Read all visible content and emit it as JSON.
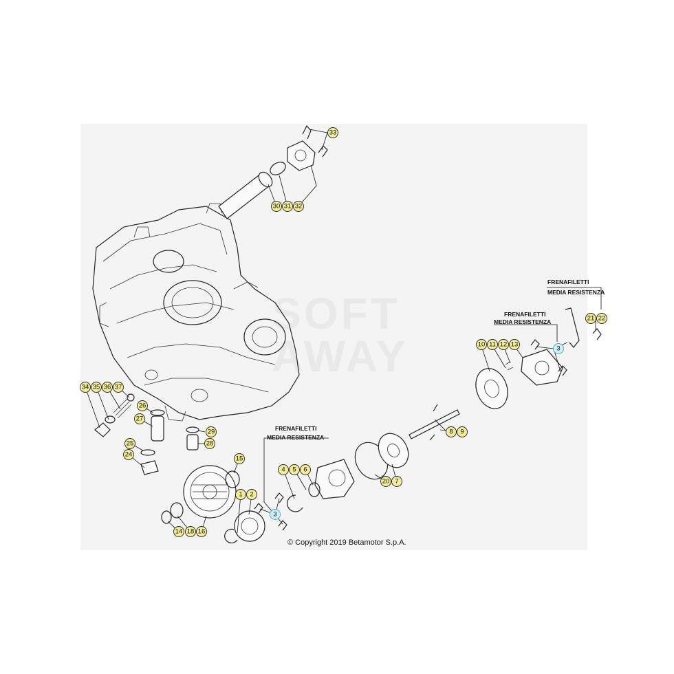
{
  "watermark": {
    "line1": "SOFT",
    "line2": "AWAY"
  },
  "copyright": "© Copyright 2019 Betamotor S.p.A.",
  "notes": [
    {
      "line1": "FRENAFILETTI",
      "line2": "MEDIA RESISTENZA"
    },
    {
      "line1": "FRENAFILETTI",
      "line2": "MEDIA RESISTENZA"
    },
    {
      "line1": "FRENAFILETTI",
      "line2": "MEDIA RESISTENZA"
    }
  ],
  "callouts": [
    {
      "label": "33",
      "style": "yellow"
    },
    {
      "label": "30",
      "style": "yellow"
    },
    {
      "label": "31",
      "style": "yellow"
    },
    {
      "label": "32",
      "style": "yellow"
    },
    {
      "label": "21",
      "style": "yellow"
    },
    {
      "label": "22",
      "style": "yellow"
    },
    {
      "label": "3",
      "style": "blue"
    },
    {
      "label": "10",
      "style": "yellow"
    },
    {
      "label": "11",
      "style": "yellow"
    },
    {
      "label": "12",
      "style": "yellow"
    },
    {
      "label": "13",
      "style": "yellow"
    },
    {
      "label": "34",
      "style": "yellow"
    },
    {
      "label": "35",
      "style": "yellow"
    },
    {
      "label": "36",
      "style": "yellow"
    },
    {
      "label": "37",
      "style": "yellow"
    },
    {
      "label": "26",
      "style": "yellow"
    },
    {
      "label": "27",
      "style": "yellow"
    },
    {
      "label": "29",
      "style": "yellow"
    },
    {
      "label": "28",
      "style": "yellow"
    },
    {
      "label": "25",
      "style": "yellow"
    },
    {
      "label": "24",
      "style": "yellow"
    },
    {
      "label": "8",
      "style": "yellow"
    },
    {
      "label": "9",
      "style": "yellow"
    },
    {
      "label": "15",
      "style": "yellow"
    },
    {
      "label": "4",
      "style": "yellow"
    },
    {
      "label": "5",
      "style": "yellow"
    },
    {
      "label": "6",
      "style": "yellow"
    },
    {
      "label": "20",
      "style": "yellow"
    },
    {
      "label": "7",
      "style": "yellow"
    },
    {
      "label": "1",
      "style": "yellow"
    },
    {
      "label": "2",
      "style": "yellow"
    },
    {
      "label": "3",
      "style": "blue"
    },
    {
      "label": "14",
      "style": "yellow"
    },
    {
      "label": "18",
      "style": "yellow"
    },
    {
      "label": "16",
      "style": "yellow"
    }
  ]
}
